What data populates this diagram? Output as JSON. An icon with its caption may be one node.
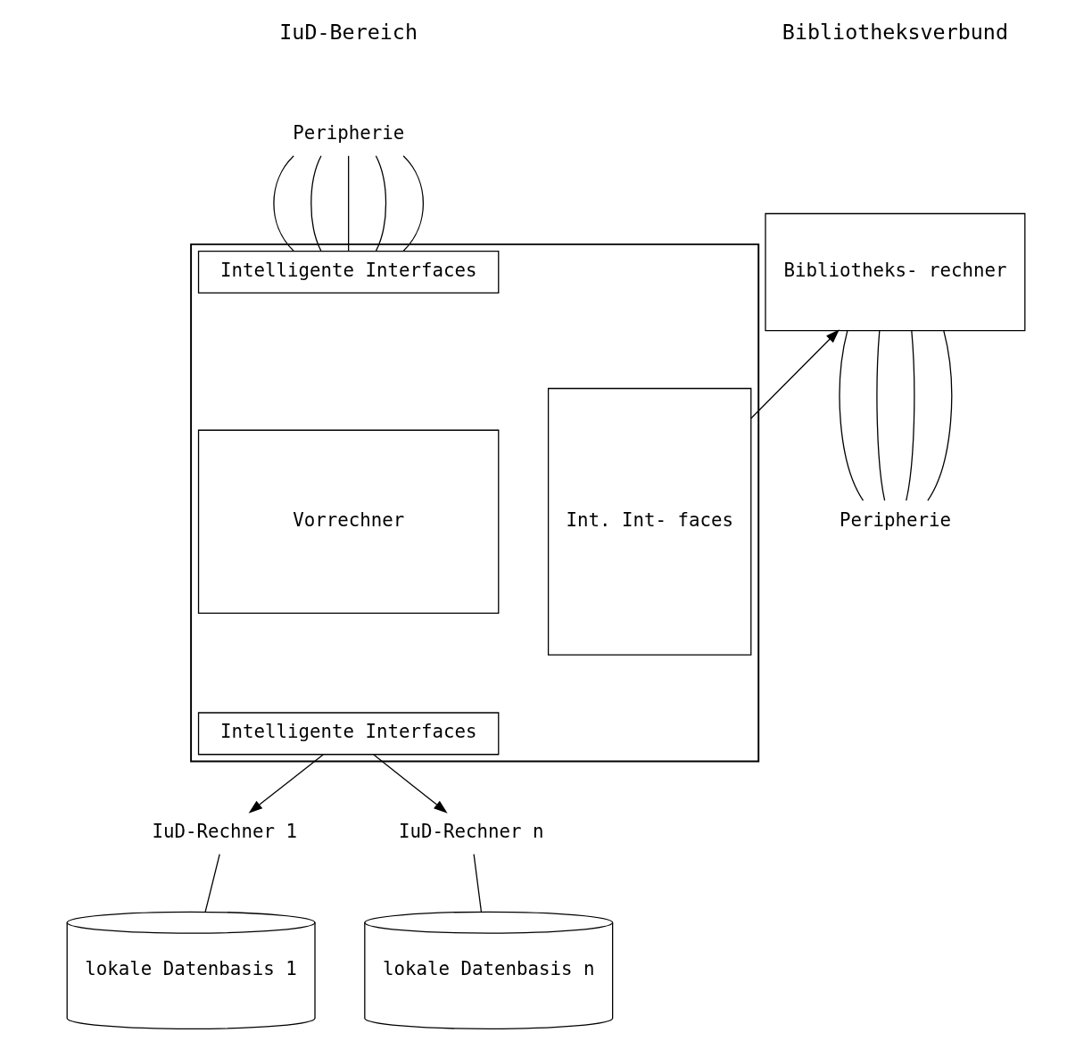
{
  "diagram": {
    "nodes": [
      {
        "text": [],
        "shape": "box"
      },
      {
        "text": [
          "Intelligente Interfaces"
        ],
        "in": 0
      },
      {
        "text": [
          "Vorrechner"
        ],
        "in": 0
      },
      {
        "text": [
          "Intelligente Interfaces"
        ],
        "in": 0
      },
      {
        "text": [
          "Int. Int- faces"
        ],
        "in": 0
      },
      {
        "text": [
          "Bibliotheks- rechner"
        ]
      },
      {
        "text": [
          "Peripherie"
        ]
      },
      {
        "text": [
          "Peripherie"
        ]
      },
      {
        "text": [
          "IuD-Rechner 1"
        ]
      },
      {
        "text": [
          "IuD-Rechner n"
        ]
      },
      {
        "text": [
          "lokale Datenbasis 1"
        ]
      },
      {
        "text": [
          "lokale Datenbasis n"
        ]
      }
    ],
    "edges": [
      {
        "from": 6,
        "to": 1,
        "arrow": "none"
      },
      {
        "from": 6,
        "to": 1,
        "arrow": "none"
      },
      {
        "from": 6,
        "to": 1,
        "arrow": "none"
      },
      {
        "from": 6,
        "to": 1,
        "arrow": "none"
      },
      {
        "from": 6,
        "to": 1,
        "arrow": "none"
      },
      {
        "from": 4,
        "to": 5,
        "arrow": "to"
      },
      {
        "from": 5,
        "to": 7,
        "arrow": "none"
      },
      {
        "from": 5,
        "to": 7,
        "arrow": "none"
      },
      {
        "from": 5,
        "to": 7,
        "arrow": "none"
      },
      {
        "from": 5,
        "to": 7,
        "arrow": "none"
      },
      {
        "from": 3,
        "to": 8,
        "arrow": "to"
      },
      {
        "from": 3,
        "to": 9,
        "arrow": "to"
      },
      {
        "from": 8,
        "to": 10,
        "arrow": "none"
      },
      {
        "from": 9,
        "to": 11,
        "arrow": "none"
      }
    ],
    "labels": [
      "IuD-Bereich",
      "Bibliotheksverbund"
    ]
  }
}
